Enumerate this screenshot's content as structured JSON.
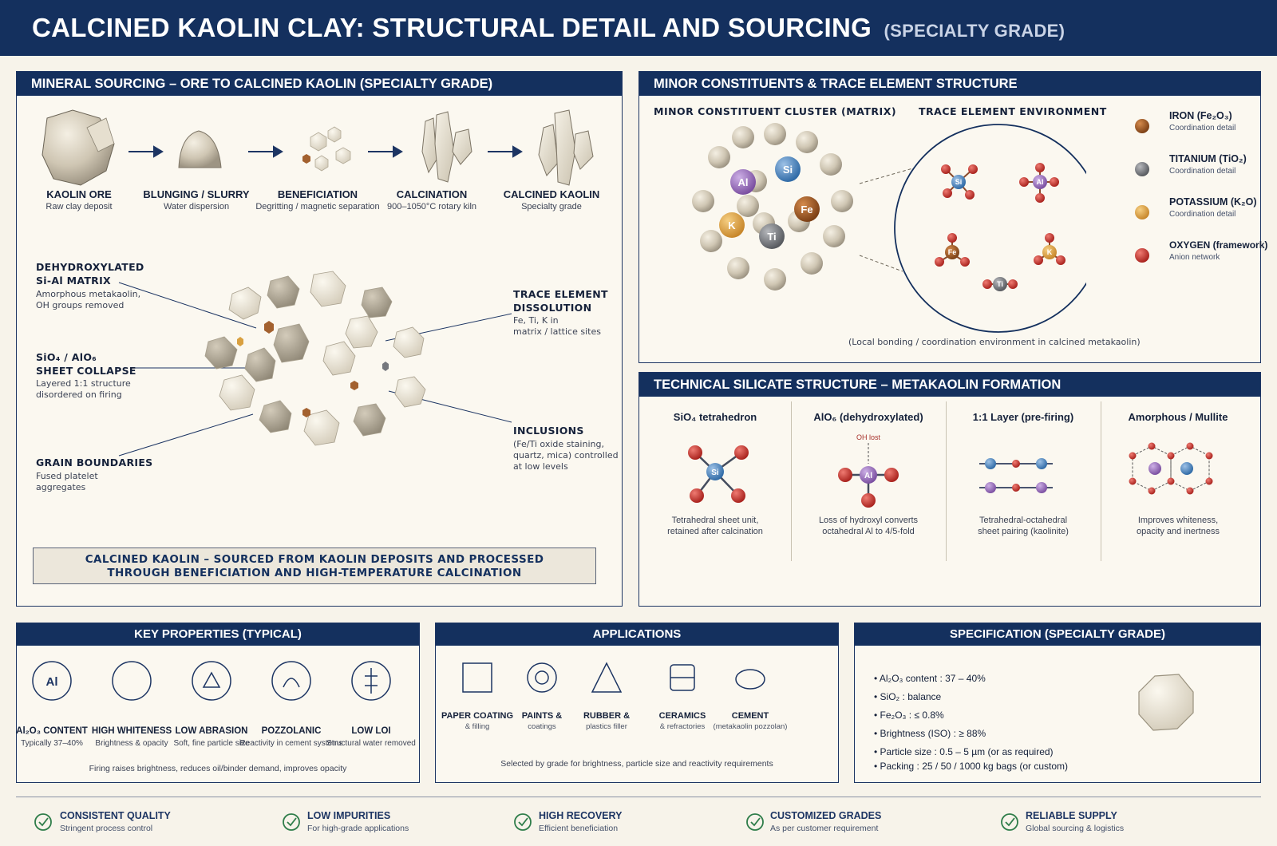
{
  "header": {
    "title": "CALCINED KAOLIN CLAY: STRUCTURAL DETAIL AND SOURCING",
    "subtitle": "(SPECIALTY GRADE)"
  },
  "sourcing": {
    "title": "MINERAL SOURCING – ORE TO CALCINED KAOLIN (SPECIALTY GRADE)",
    "steps": [
      {
        "label": "KAOLIN ORE",
        "sub": "Raw clay deposit"
      },
      {
        "label": "BLUNGING / SLURRY",
        "sub": "Water dispersion"
      },
      {
        "label": "BENEFICIATION",
        "sub": "Degritting / magnetic separation"
      },
      {
        "label": "CALCINATION",
        "sub": "900–1050°C rotary kiln"
      },
      {
        "label": "CALCINED KAOLIN",
        "sub": "Specialty grade"
      }
    ],
    "callouts": [
      {
        "title": "DEHYDROXYLATED\nSi-Al MATRIX",
        "sub": "Amorphous metakaolin,\nOH groups removed"
      },
      {
        "title": "SiO₄ / AlO₆\nSHEET COLLAPSE",
        "sub": "Layered 1:1 structure\ndisordered on firing"
      },
      {
        "title": "GRAIN BOUNDARIES",
        "sub": "Fused platelet\naggregates"
      },
      {
        "title": "TRACE ELEMENT\nDISSOLUTION",
        "sub": "Fe, Ti, K in\nmatrix / lattice sites"
      },
      {
        "title": "INCLUSIONS",
        "sub": "(Fe/Ti oxide staining,\nquartz, mica) controlled\nat low levels"
      }
    ],
    "banner": "CALCINED KAOLIN – SOURCED FROM KAOLIN DEPOSITS AND PROCESSED\nTHROUGH BENEFICIATION AND HIGH-TEMPERATURE CALCINATION"
  },
  "minor": {
    "title": "MINOR CONSTITUENTS & TRACE ELEMENT STRUCTURE",
    "cluster_title": "MINOR CONSTITUENT CLUSTER (MATRIX)",
    "trace_title": "TRACE ELEMENT ENVIRONMENT",
    "atoms": {
      "al": "Al",
      "si": "Si",
      "fe": "Fe",
      "k": "K",
      "ti": "Ti"
    },
    "legend": [
      {
        "title": "IRON (Fe₂O₃)",
        "sub": "Coordination detail",
        "color": "#9a5a26"
      },
      {
        "title": "TITANIUM (TiO₂)",
        "sub": "Coordination detail",
        "color": "#7b7e84"
      },
      {
        "title": "POTASSIUM (K₂O)",
        "sub": "Coordination detail",
        "color": "#d9a040"
      },
      {
        "title": "OXYGEN (framework)",
        "sub": "Anion network",
        "color": "#c8312c"
      }
    ],
    "caption": "(Local bonding / coordination environment in calcined metakaolin)"
  },
  "silicate": {
    "title": "TECHNICAL SILICATE STRUCTURE – METAKAOLIN FORMATION",
    "columns": [
      {
        "title": "SiO₄ tetrahedron",
        "sub": "Tetrahedral sheet unit,\nretained after calcination"
      },
      {
        "title": "AlO₆ (dehydroxylated)",
        "sub": "Loss of hydroxyl converts\noctahedral Al to 4/5-fold"
      },
      {
        "title": "1:1 Layer (pre-firing)",
        "sub": "Tetrahedral-octahedral\nsheet pairing (kaolinite)"
      },
      {
        "title": "Amorphous / Mullite",
        "sub": "Improves whiteness,\nopacity and inertness"
      }
    ],
    "oh_lost": "OH lost"
  },
  "properties": {
    "title": "KEY PROPERTIES (TYPICAL)",
    "items": [
      {
        "icon_text": "Al",
        "title": "Al₂O₃ CONTENT",
        "sub": "Typically 37–40%"
      },
      {
        "icon_text": "",
        "title": "HIGH WHITENESS",
        "sub": "Brightness & opacity"
      },
      {
        "icon_text": "",
        "title": "LOW ABRASION",
        "sub": "Soft, fine particle size"
      },
      {
        "icon_text": "",
        "title": "POZZOLANIC",
        "sub": "Reactivity in cement systems"
      },
      {
        "icon_text": "",
        "title": "LOW LOI",
        "sub": "Structural water removed"
      }
    ],
    "note": "Firing raises brightness, reduces oil/binder demand, improves opacity"
  },
  "applications": {
    "title": "APPLICATIONS",
    "items": [
      {
        "title": "PAPER COATING",
        "sub": "& filling"
      },
      {
        "title": "PAINTS &",
        "sub": "coatings"
      },
      {
        "title": "RUBBER &",
        "sub": "plastics filler"
      },
      {
        "title": "CERAMICS",
        "sub": "& refractories"
      },
      {
        "title": "CEMENT",
        "sub": "(metakaolin pozzolan)"
      }
    ],
    "note": "Selected by grade for brightness, particle size and reactivity requirements"
  },
  "spec": {
    "title": "SPECIFICATION (SPECIALTY GRADE)",
    "lines": [
      "• Al₂O₃ content : 37 – 40%",
      "• SiO₂ : balance",
      "• Fe₂O₃ : ≤ 0.8%",
      "• Brightness (ISO) : ≥ 88%",
      "• Particle size : 0.5 – 5 µm (or as required)",
      "• Packing : 25 / 50 / 1000 kg bags (or custom)"
    ]
  },
  "footer": [
    {
      "title": "CONSISTENT QUALITY",
      "sub": "Stringent process control"
    },
    {
      "title": "LOW IMPURITIES",
      "sub": "For high-grade applications"
    },
    {
      "title": "HIGH RECOVERY",
      "sub": "Efficient beneficiation"
    },
    {
      "title": "CUSTOMIZED GRADES",
      "sub": "As per customer requirement"
    },
    {
      "title": "RELIABLE SUPPLY",
      "sub": "Global sourcing & logistics"
    }
  ]
}
